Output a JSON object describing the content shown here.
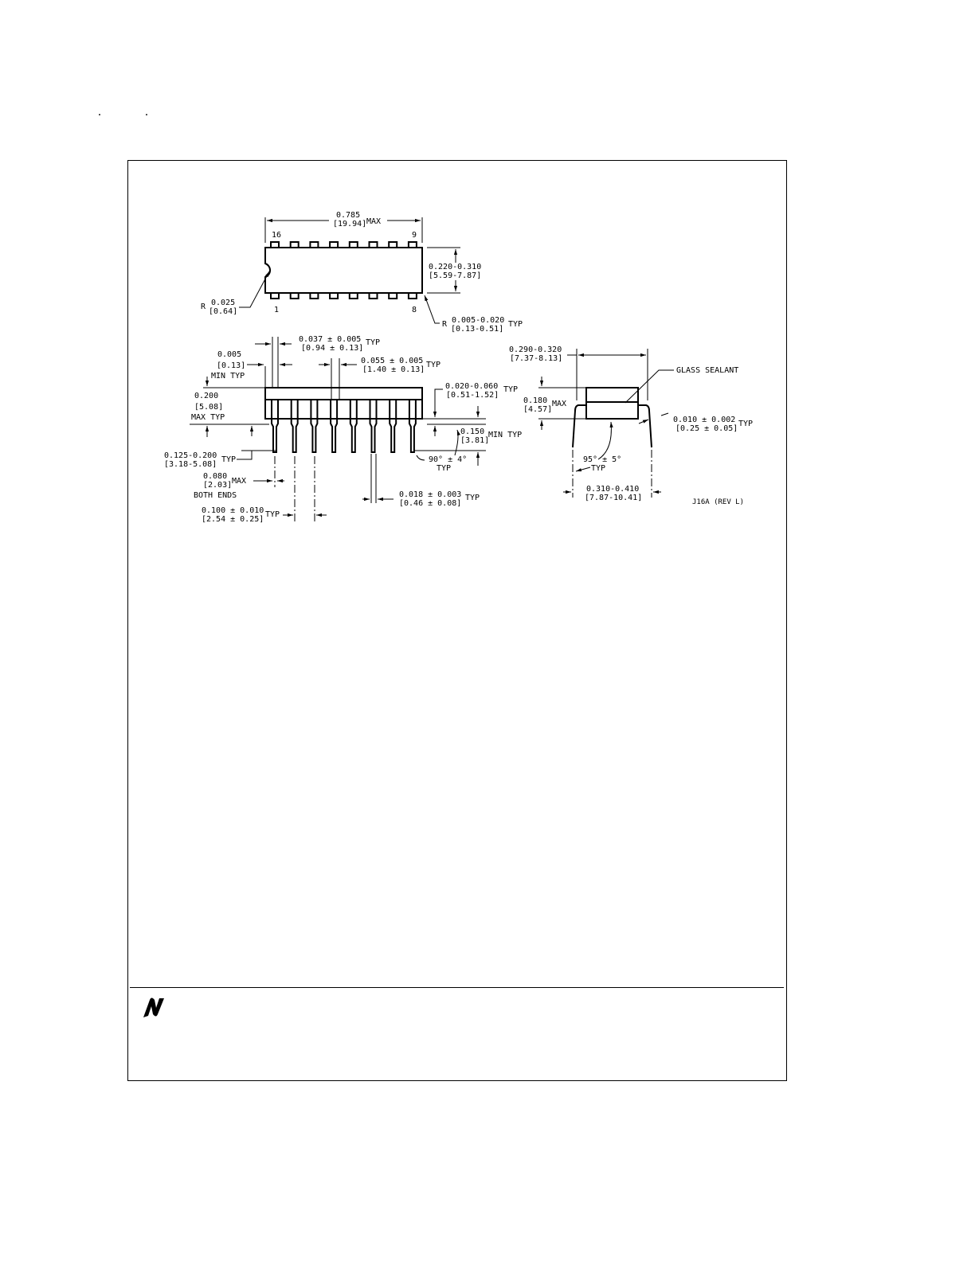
{
  "drawing": {
    "top_view": {
      "length": "0.785",
      "length_mm": "[19.94]",
      "length_suffix": "MAX",
      "pin_16": "16",
      "pin_9": "9",
      "pin_1": "1",
      "pin_8": "8",
      "width": "0.220-0.310",
      "width_mm": "[5.59-7.87]",
      "notch_prefix": "R",
      "notch_radius": "0.025",
      "notch_radius_mm": "[0.64]",
      "corner_prefix": "R",
      "corner_radius": "0.005-0.020",
      "corner_radius_mm": "[0.13-0.51]",
      "corner_suffix": "TYP"
    },
    "side_view": {
      "lead_shoulder": "0.037 ± 0.005",
      "lead_shoulder_mm": "[0.94 ± 0.13]",
      "lead_shoulder_suffix": "TYP",
      "min_gap": "0.005",
      "min_gap_mm": "[0.13]",
      "min_gap_suffix": "MIN TYP",
      "shoulder_width": "0.055 ± 0.005",
      "shoulder_width_mm": "[1.40 ± 0.13]",
      "shoulder_width_suffix": "TYP",
      "height": "0.200",
      "height_mm": "[5.08]",
      "height_suffix": "MAX TYP",
      "standoff": "0.020-0.060",
      "standoff_mm": "[0.51-1.52]",
      "standoff_suffix": "TYP",
      "lead_length_min": "0.150",
      "lead_length_min_mm": "[3.81]",
      "lead_length_min_suffix": "MIN TYP",
      "seating_to_tip": "0.125-0.200",
      "seating_to_tip_mm": "[3.18-5.08]",
      "seating_to_tip_suffix": "TYP",
      "lead_angle": "90° ± 4°",
      "lead_angle_suffix": "TYP",
      "end_lead": "0.080",
      "end_lead_mm": "[2.03]",
      "end_lead_suffix": "MAX",
      "end_lead_note": "BOTH ENDS",
      "lead_width": "0.018 ± 0.003",
      "lead_width_mm": "[0.46 ± 0.08]",
      "lead_width_suffix": "TYP",
      "pitch": "0.100 ± 0.010",
      "pitch_mm": "[2.54 ± 0.25]",
      "pitch_suffix": "TYP"
    },
    "end_view": {
      "body_width": "0.290-0.320",
      "body_width_mm": "[7.37-8.13]",
      "seal_label": "GLASS SEALANT",
      "body_height": "0.180",
      "body_height_mm": "[4.57]",
      "body_height_suffix": "MAX",
      "lead_thickness": "0.010 ± 0.002",
      "lead_thickness_mm": "[0.25 ± 0.05]",
      "lead_thickness_suffix": "TYP",
      "spread_angle": "95° ± 5°",
      "spread_angle_suffix": "TYP",
      "row_spacing": "0.310-0.410",
      "row_spacing_mm": "[7.87-10.41]",
      "revision": "J16A (REV L)"
    }
  }
}
